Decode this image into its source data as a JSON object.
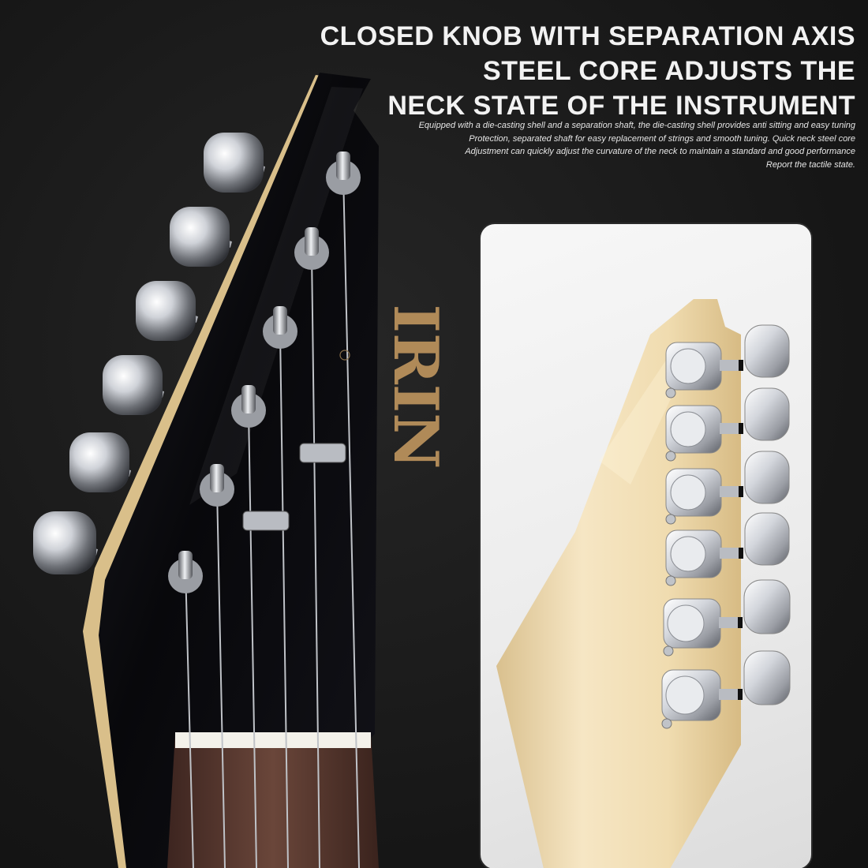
{
  "headline": {
    "line1": "CLOSED KNOB WITH SEPARATION AXIS",
    "line2": "STEEL CORE ADJUSTS THE",
    "line3": "NECK STATE OF THE INSTRUMENT"
  },
  "description": {
    "line1": "Equipped with a die-casting shell and a separation shaft, the die-casting shell provides anti sitting and easy tuning",
    "line2": "Protection, separated shaft for easy replacement of strings and smooth tuning. Quick neck steel core",
    "line3": "Adjustment can quickly adjust the curvature of the neck to maintain a standard and good performance",
    "line4": "Report the tactile state."
  },
  "brand": {
    "logo_text": "IRIN"
  },
  "colors": {
    "background": "#161616",
    "headstock_black": "#0b0b0f",
    "maple": "#f0dcb0",
    "chrome": "#c9ccd2",
    "logo_gold": "#b08a58",
    "rosewood": "#5a3a30"
  }
}
